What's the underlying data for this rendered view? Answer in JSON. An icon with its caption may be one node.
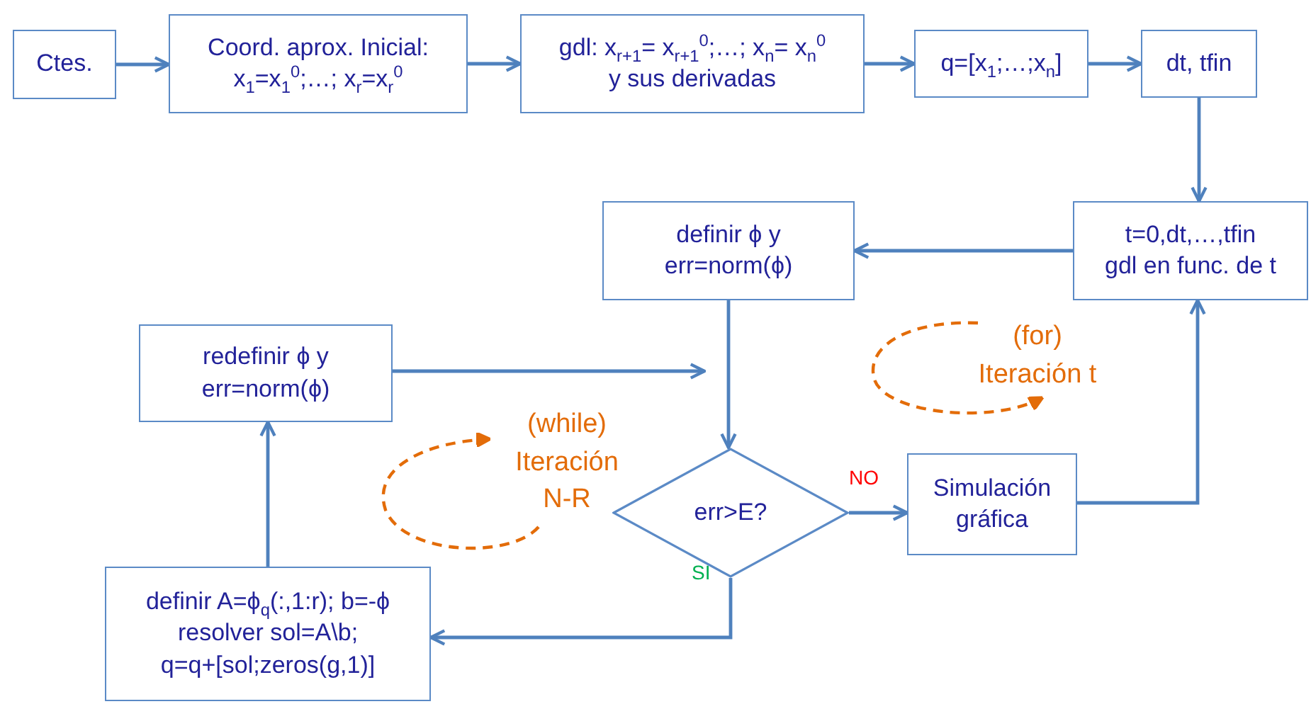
{
  "diagram": {
    "nodes": [
      {
        "text": [
          "Ctes."
        ]
      },
      {
        "text": [
          "Coord. aprox. Inicial: x$_{1}$=x$_{1}$$^{0}$;…; x$_{r}$=x$_{r}$$^{0}$"
        ]
      },
      {
        "text": [
          "gdl: x$_{r+1}$= x$_{r+1}$$^{0}$;…; x$_{n}$= x$_{n}$$^{0}$ y sus derivadas"
        ]
      },
      {
        "text": [
          "q=[x$_{1}$;…;x$_{n}$]"
        ]
      },
      {
        "text": [
          "dt, tfin"
        ]
      },
      {
        "text": [
          "t=0,dt,…,tfin gdl en func. de t"
        ]
      },
      {
        "text": [
          "definir ϕ y err=norm(ϕ)"
        ]
      },
      {
        "text": [
          "redefinir ϕ y err=norm(ϕ)"
        ]
      },
      {
        "text": [
          "err>E?"
        ]
      },
      {
        "text": [
          "Simulación gráfica"
        ]
      },
      {
        "text": [
          "definir A=ϕ$_{q}$(:,1:r); b=-ϕ resolver sol=A\\b; q=q+[sol;zeros(g,1)]"
        ]
      }
    ],
    "edges": [
      {
        "from": 0,
        "to": 1,
        "arrow": "to"
      },
      {
        "from": 1,
        "to": 2,
        "arrow": "to"
      },
      {
        "from": 2,
        "to": 3,
        "arrow": "to"
      },
      {
        "from": 3,
        "to": 4,
        "arrow": "to"
      },
      {
        "from": 4,
        "to": 5,
        "arrow": "to"
      },
      {
        "from": 5,
        "to": 6,
        "arrow": "to"
      },
      {
        "from": 6,
        "to": 8,
        "arrow": "to"
      },
      {
        "from": 8,
        "to": 9,
        "arrow": "to",
        "label": "NO"
      },
      {
        "from": 9,
        "to": 5,
        "arrow": "to"
      },
      {
        "from": 8,
        "to": 10,
        "arrow": "to",
        "label": "SI"
      },
      {
        "from": 10,
        "to": 7,
        "arrow": "to"
      },
      {
        "from": 7,
        "to": null,
        "arrow": "to"
      }
    ],
    "labels": [
      "(while) Iteración N-R",
      "(for) Iteración t"
    ]
  }
}
